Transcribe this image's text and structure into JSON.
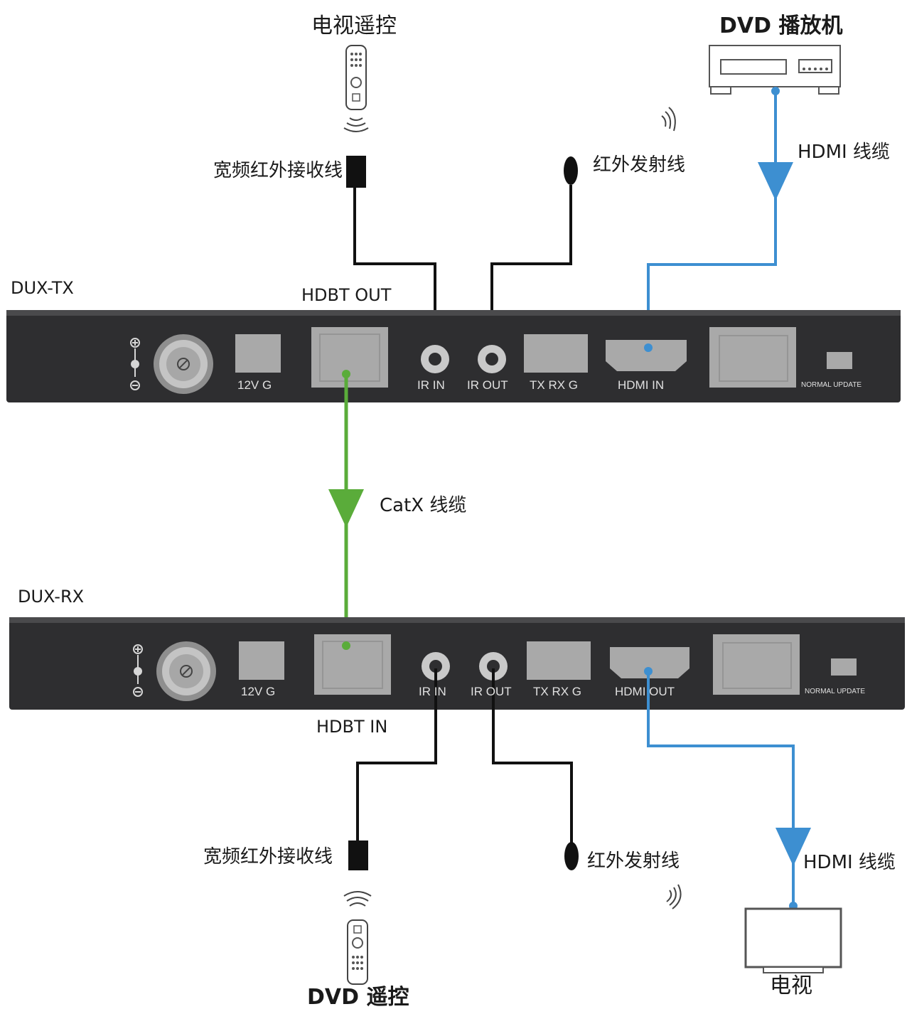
{
  "labels": {
    "tv_remote": "电视遥控",
    "dvd_player": "DVD 播放机",
    "ir_receiver_top": "宽频红外接收线",
    "ir_emitter_top": "红外发射线",
    "hdmi_cable_top": "HDMI 线缆",
    "tx_name": "DUX-TX",
    "hdbt_out": "HDBT OUT",
    "catx_cable": "CatX 线缆",
    "rx_name": "DUX-RX",
    "hdbt_in": "HDBT IN",
    "ir_receiver_bottom": "宽频红外接收线",
    "ir_emitter_bottom": "红外发射线",
    "hdmi_cable_bottom": "HDMI 线缆",
    "dvd_remote": "DVD 遥控",
    "tv": "电视"
  },
  "tx_ports": {
    "power": "12V G",
    "ir_in": "IR  IN",
    "ir_out": "IR  OUT",
    "serial": "TX RX G",
    "hdmi": "HDMI  IN",
    "switch": "NORMAL UPDATE"
  },
  "rx_ports": {
    "power": "12V G",
    "ir_in": "IR  IN",
    "ir_out": "IR  OUT",
    "serial": "TX RX G",
    "hdmi": "HDMI  OUT",
    "switch": "NORMAL UPDATE"
  },
  "colors": {
    "hdmi_cable": "#3d8fd1",
    "catx_cable": "#5aac3a",
    "ir_cable": "#111111",
    "panel": "#2e2e30",
    "port": "#a9a9a9"
  }
}
